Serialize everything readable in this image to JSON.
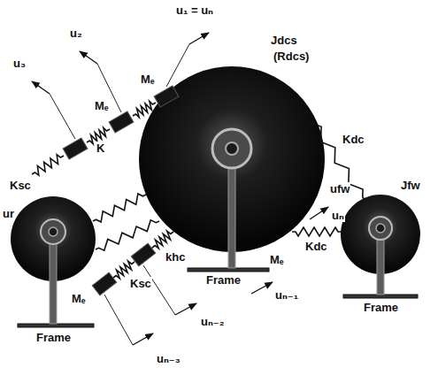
{
  "diagram": {
    "labels": [
      "u₁ = uₙ",
      "u₂",
      "u₃",
      "Mₑ",
      "Mₑ",
      "K",
      "Ksc",
      "Jdcs",
      "(Rdcs)",
      "Kdc",
      "ufw",
      "Jfw",
      "ur",
      "Kdc",
      "khc",
      "Ksc",
      "Mₑ",
      "Mₑ",
      "Frame",
      "Frame",
      "Frame",
      "uₙ",
      "uₙ₋₁",
      "uₙ₋₂",
      "uₙ₋₃"
    ]
  }
}
